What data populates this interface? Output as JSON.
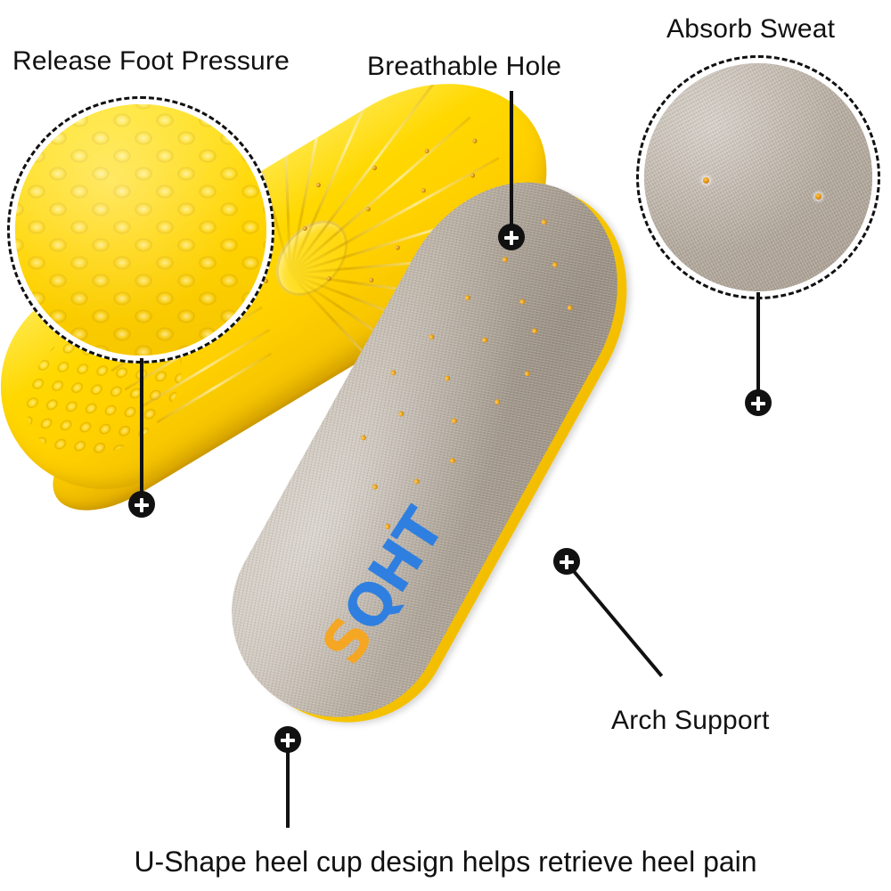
{
  "meta": {
    "background_color": "#ffffff",
    "accent_yellow": "#ffd400",
    "fabric_gray": "#b5aca1",
    "marker_color": "#111111",
    "brand_blue": "#2f7fe0",
    "brand_orange": "#f5a623"
  },
  "callouts": [
    {
      "id": "release-foot-pressure",
      "label": "Release Foot Pressure",
      "marker_symbol": "+",
      "has_inset": true,
      "inset_kind": "yellow-dimple-foam"
    },
    {
      "id": "breathable-hole",
      "label": "Breathable Hole",
      "marker_symbol": "+",
      "has_inset": false,
      "inset_kind": ""
    },
    {
      "id": "absorb-sweat",
      "label": "Absorb Sweat",
      "marker_symbol": "+",
      "has_inset": true,
      "inset_kind": "gray-fabric"
    },
    {
      "id": "arch-support",
      "label": "Arch Support",
      "marker_symbol": "+",
      "has_inset": false,
      "inset_kind": ""
    },
    {
      "id": "heel-cup",
      "label": "U-Shape heel cup design helps retrieve heel pain",
      "marker_symbol": "+",
      "has_inset": false,
      "inset_kind": ""
    }
  ],
  "product": {
    "brand_text_orange": "S",
    "brand_text_blue": "QHT",
    "brand_full": "SQHT",
    "yellow_insole_name": "yellow-insole-underside",
    "gray_insole_name": "gray-insole-topside"
  }
}
